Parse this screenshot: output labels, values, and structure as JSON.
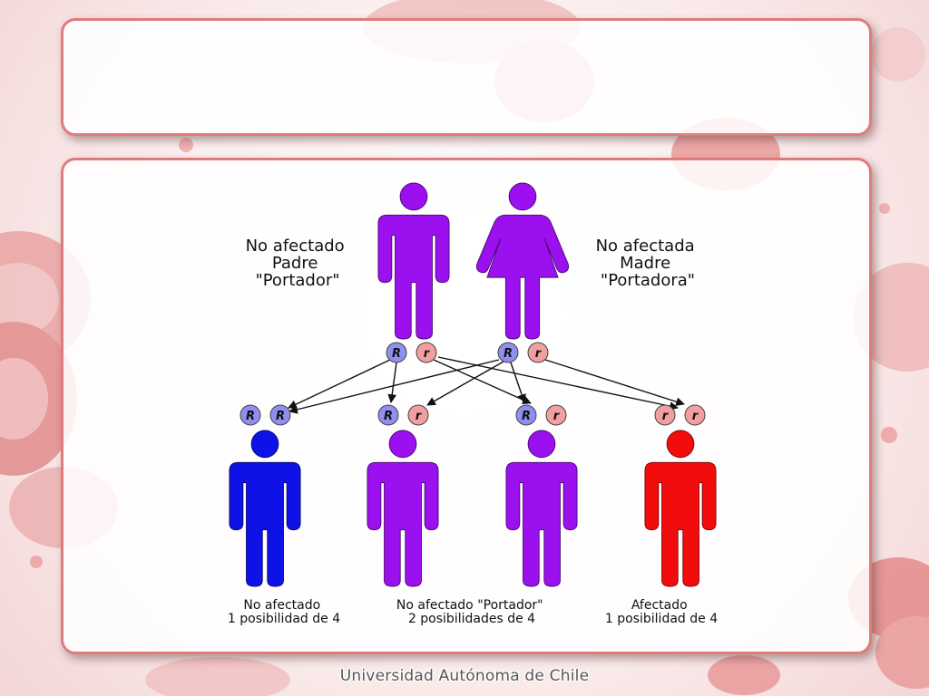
{
  "father": {
    "lines": [
      "No afectado",
      "Padre",
      "\"Portador\""
    ]
  },
  "mother": {
    "lines": [
      "No afectada",
      "Madre",
      "\"Portadora\""
    ]
  },
  "allele_dominant": "R",
  "allele_recessive": "r",
  "children": [
    {
      "lines": [
        "No afectado",
        "1 posibilidad de 4"
      ]
    },
    {
      "lines": [
        "No afectado \"Portador\"",
        "2 posibilidades de 4"
      ]
    },
    {
      "lines": [
        "Afectado",
        "1 posibilidad de 4"
      ]
    }
  ],
  "footer": "Universidad Autónoma de Chile",
  "colors": {
    "carrier": "#9b10ef",
    "unaffected": "#0f12e6",
    "affected": "#f20c0c",
    "dominant_allele": "#8f8ff0",
    "recessive_allele": "#f0a0a0",
    "panel_border": "#e07b7b"
  }
}
